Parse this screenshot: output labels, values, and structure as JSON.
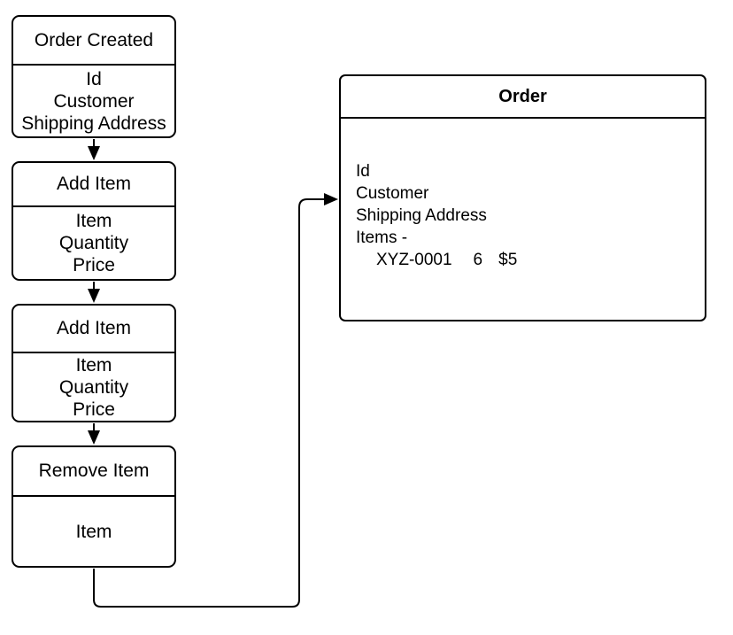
{
  "diagram": {
    "background_color": "#ffffff",
    "stroke_color": "#000000",
    "events": [
      {
        "title": "Order Created",
        "fields": [
          "Id",
          "Customer",
          "Shipping Address"
        ]
      },
      {
        "title": "Add Item",
        "fields": [
          "Item",
          "Quantity",
          "Price"
        ]
      },
      {
        "title": "Add Item",
        "fields": [
          "Item",
          "Quantity",
          "Price"
        ]
      },
      {
        "title": "Remove Item",
        "fields": [
          "Item"
        ]
      }
    ],
    "order": {
      "title": "Order",
      "fields": [
        "Id",
        "Customer",
        "Shipping Address",
        "Items -"
      ],
      "line_item": {
        "sku": "XYZ-0001",
        "quantity": "6",
        "price": "$5"
      }
    }
  }
}
